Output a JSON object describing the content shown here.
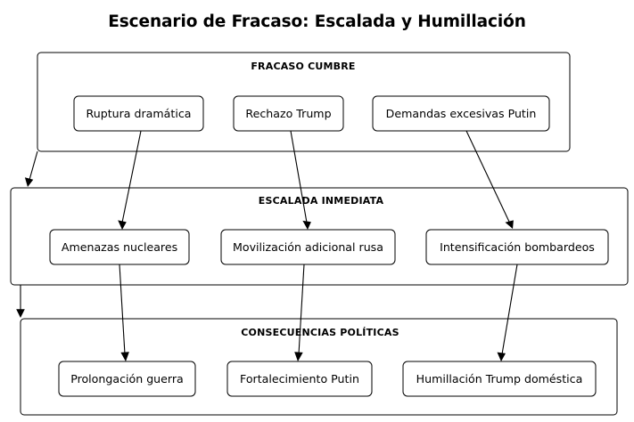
{
  "title": "Escenario de Fracaso: Escalada y Humillación",
  "colors": {
    "background": "#ffffff",
    "stroke": "#000000",
    "text": "#000000",
    "node_fill": "#ffffff"
  },
  "diagram": {
    "type": "flowchart",
    "direction": "top-to-bottom",
    "clusters": [
      {
        "id": "fracaso-cumbre",
        "label": "FRACASO CUMBRE",
        "nodes": [
          {
            "id": "ruptura-dramatica",
            "label": "Ruptura dramática"
          },
          {
            "id": "rechazo-trump",
            "label": "Rechazo Trump"
          },
          {
            "id": "demandas-excesivas-putin",
            "label": "Demandas excesivas Putin"
          }
        ]
      },
      {
        "id": "escalada-inmediata",
        "label": "ESCALADA INMEDIATA",
        "nodes": [
          {
            "id": "amenazas-nucleares",
            "label": "Amenazas nucleares"
          },
          {
            "id": "movilizacion-adicional-rusa",
            "label": "Movilización adicional rusa"
          },
          {
            "id": "intensificacion-bombardeos",
            "label": "Intensificación bombardeos"
          }
        ]
      },
      {
        "id": "consecuencias-politicas",
        "label": "CONSECUENCIAS POLÍTICAS",
        "nodes": [
          {
            "id": "prolongacion-guerra",
            "label": "Prolongación guerra"
          },
          {
            "id": "fortalecimiento-putin",
            "label": "Fortalecimiento Putin"
          },
          {
            "id": "humillacion-trump-domestica",
            "label": "Humillación Trump doméstica"
          }
        ]
      }
    ],
    "edges": [
      {
        "from": "ruptura-dramatica",
        "to": "amenazas-nucleares"
      },
      {
        "from": "rechazo-trump",
        "to": "movilizacion-adicional-rusa"
      },
      {
        "from": "demandas-excesivas-putin",
        "to": "intensificacion-bombardeos"
      },
      {
        "from": "amenazas-nucleares",
        "to": "prolongacion-guerra"
      },
      {
        "from": "movilizacion-adicional-rusa",
        "to": "fortalecimiento-putin"
      },
      {
        "from": "intensificacion-bombardeos",
        "to": "humillacion-trump-domestica"
      },
      {
        "from": "fracaso-cumbre",
        "to": "escalada-inmediata"
      },
      {
        "from": "escalada-inmediata",
        "to": "consecuencias-politicas"
      }
    ]
  }
}
